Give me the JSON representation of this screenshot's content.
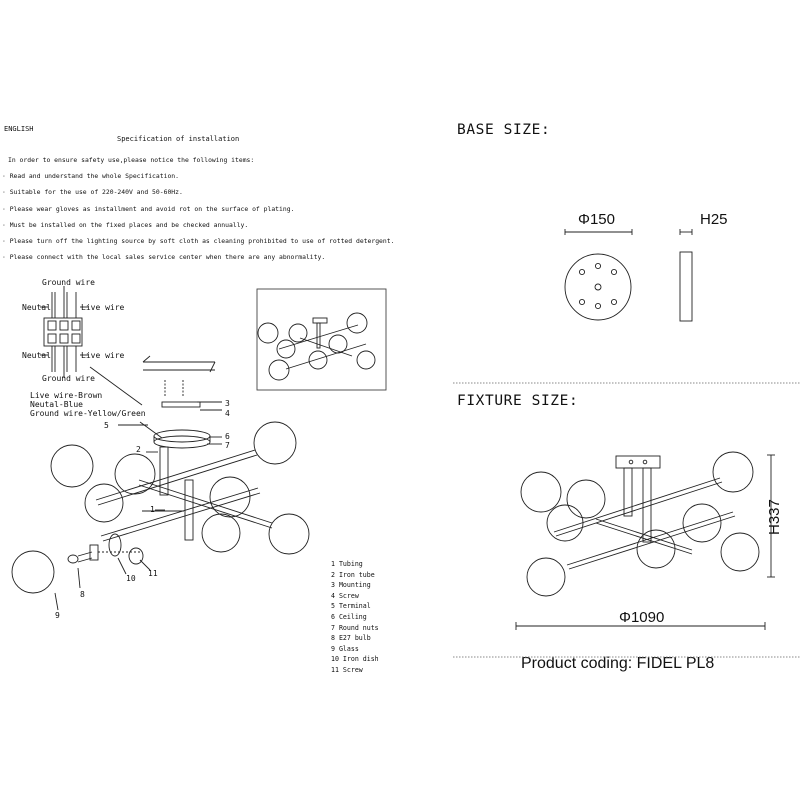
{
  "install": {
    "language_label": "ENGLISH",
    "title": "Specification of installation",
    "lines": [
      "In order to ensure safety use,please notice the following items:",
      "· Read and understand the whole Specification.",
      "· Suitable for the use of 220-240V and 50-60Hz.",
      "· Please wear gloves as installment and avoid rot on the surface of plating.",
      "· Must be installed on the fixed places and be checked annually.",
      "· Please turn off the lighting source by soft cloth as cleaning prohibited to use of rotted detergent.",
      "· Please connect with the local sales service center when there are any abnormality."
    ]
  },
  "wiring": {
    "ground_top": "Ground wire",
    "neutral_top": "Neutal",
    "live_top": "Live wire",
    "neutral_bottom": "Neutal",
    "live_bottom": "Live wire",
    "ground_bottom": "Ground wire",
    "colors": [
      "Live wire-Brown",
      "Neutal-Blue",
      "Ground wire-Yellow/Green"
    ]
  },
  "callouts": [
    "1",
    "2",
    "3",
    "4",
    "5",
    "6",
    "7",
    "8",
    "9",
    "10",
    "11"
  ],
  "parts_list": [
    "1 Tubing",
    "2 Iron tube",
    "3 Mounting",
    "4 Screw",
    "5 Terminal",
    "6 Ceiling",
    "7 Round nuts",
    "8 E27 bulb",
    "9 Glass",
    "10 Iron dish",
    "11 Screw"
  ],
  "base": {
    "heading": "BASE SIZE:",
    "diameter": "Φ150",
    "height": "H25"
  },
  "fixture": {
    "heading": "FIXTURE SIZE:",
    "height": "H337",
    "width": "Φ1090"
  },
  "product_coding": "Product coding: FIDEL PL8"
}
